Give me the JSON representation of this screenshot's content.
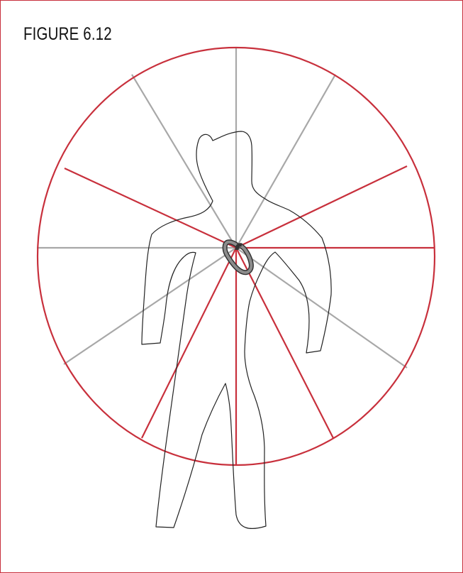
{
  "figure": {
    "title": "FIGURE 6.12"
  },
  "colors": {
    "frame": "#c8303c",
    "circle": "#c8303c",
    "red_spokes": "#c8303c",
    "gray_spokes": "#a8a8a8",
    "silhouette": "#222222",
    "marker_fill": "#8c8c8c",
    "marker_stroke": "#333333"
  },
  "diagram": {
    "spoke_count": 12,
    "red_spoke_count": 6,
    "gray_spoke_count": 6
  }
}
